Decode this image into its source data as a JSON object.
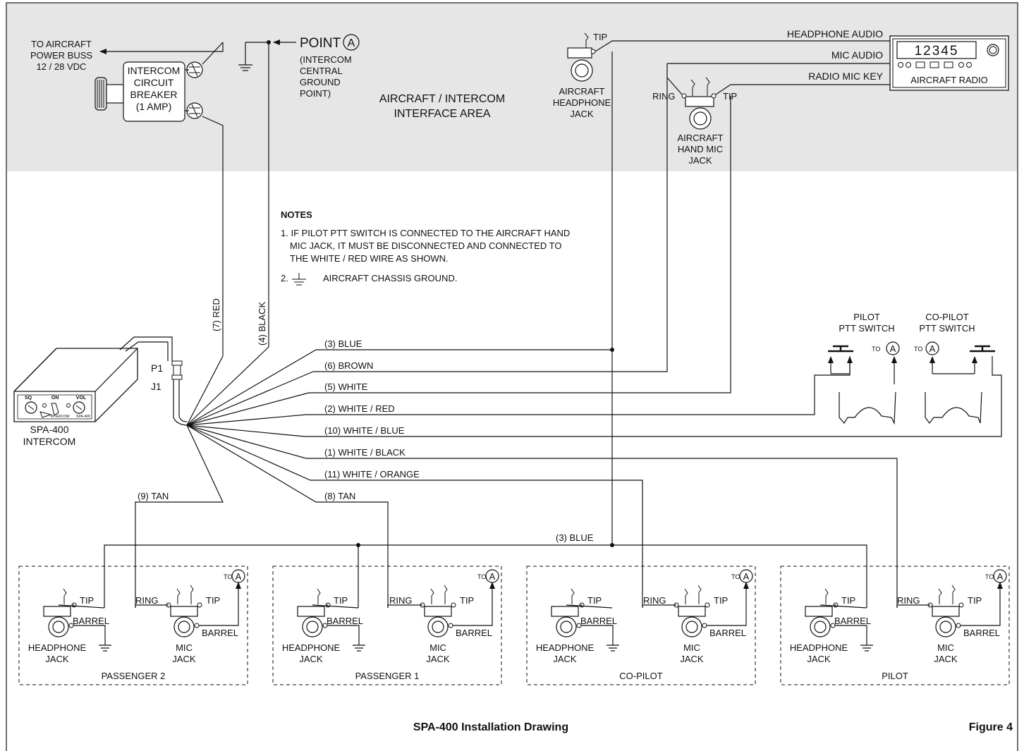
{
  "interface_area": {
    "label_line1": "AIRCRAFT / INTERCOM",
    "label_line2": "INTERFACE AREA",
    "power_buss": [
      "TO AIRCRAFT",
      "POWER BUSS",
      "12 / 28 VDC"
    ],
    "breaker": [
      "INTERCOM",
      "CIRCUIT",
      "BREAKER",
      "(1 AMP)"
    ],
    "point_a": {
      "label": "POINT",
      "letter": "A",
      "desc": [
        "(INTERCOM",
        "CENTRAL",
        "GROUND",
        "POINT)"
      ]
    },
    "headphone_jack": [
      "AIRCRAFT",
      "HEADPHONE",
      "JACK"
    ],
    "hand_mic_jack": [
      "AIRCRAFT",
      "HAND MIC",
      "JACK"
    ],
    "radio_lines": [
      "HEADPHONE AUDIO",
      "MIC AUDIO",
      "RADIO MIC KEY"
    ],
    "radio": {
      "display": "12345",
      "name": "AIRCRAFT RADIO"
    }
  },
  "notes": {
    "heading": "NOTES",
    "note1": [
      "1. IF PILOT PTT SWITCH IS CONNECTED TO THE AIRCRAFT HAND",
      "MIC JACK, IT MUST BE DISCONNECTED AND CONNECTED TO",
      "THE WHITE / RED WIRE AS SHOWN."
    ],
    "note2_prefix": "2.",
    "note2_text": "AIRCRAFT CHASSIS GROUND."
  },
  "intercom": {
    "name": [
      "SPA-400",
      "INTERCOM"
    ],
    "knobs": [
      "SQ",
      "ON",
      "VOL"
    ],
    "small_labels": [
      "INTERCOM",
      "SPA-400"
    ],
    "connector": [
      "P1",
      "J1"
    ]
  },
  "wires": {
    "red": "(7)  RED",
    "black": "(4)  BLACK",
    "fan": [
      "(3)  BLUE",
      "(6)  BROWN",
      "(5)  WHITE",
      "(2)  WHITE / RED",
      "(10)  WHITE / BLUE",
      "(1)  WHITE / BLACK",
      "(11)  WHITE / ORANGE",
      "(8)  TAN"
    ],
    "tan9": "(9)  TAN",
    "bottom_blue": "(3)  BLUE"
  },
  "ptt": {
    "pilot": [
      "PILOT",
      "PTT SWITCH"
    ],
    "copilot": [
      "CO-PILOT",
      "PTT SWITCH"
    ],
    "to_label": "TO",
    "letter": "A"
  },
  "jack_labels": {
    "tip": "TIP",
    "ring": "RING",
    "barrel": "BARREL",
    "headphone": [
      "HEADPHONE",
      "JACK"
    ],
    "mic": [
      "MIC",
      "JACK"
    ],
    "to": "TO",
    "letter": "A"
  },
  "stations": [
    "PASSENGER 2",
    "PASSENGER 1",
    "CO-PILOT",
    "PILOT"
  ],
  "footer": {
    "title": "SPA-400 Installation Drawing",
    "figure": "Figure 4"
  }
}
